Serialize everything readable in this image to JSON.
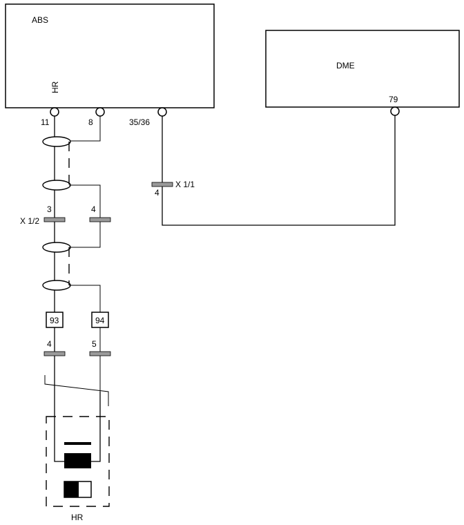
{
  "modules": {
    "abs": {
      "label": "ABS",
      "side_label": "HR"
    },
    "dme": {
      "label": "DME"
    }
  },
  "pins": {
    "abs_11": "11",
    "abs_8": "8",
    "abs_35_36": "35/36",
    "dme_79": "79"
  },
  "connectors": {
    "x1_2": {
      "label": "X 1/2",
      "pin_a": "3",
      "pin_b": "4"
    },
    "x1_1": {
      "label": "X 1/1",
      "pin": "4"
    },
    "lower": {
      "pin_a": "4",
      "pin_b": "5"
    }
  },
  "terminals": {
    "t93": "93",
    "t94": "94"
  },
  "sensor": {
    "label": "HR"
  }
}
